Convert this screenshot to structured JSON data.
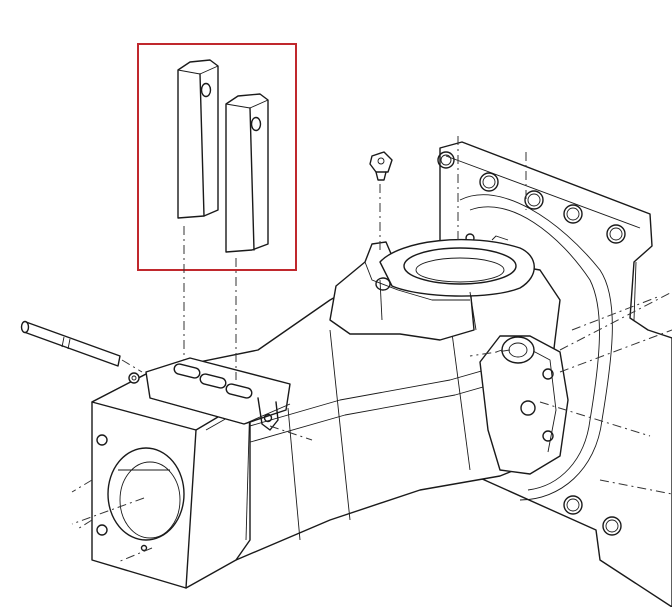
{
  "diagram": {
    "highlight_color": "#c0282d",
    "line_color": "#1a1a1a",
    "background": "#ffffff",
    "parts": [
      "wear-plate",
      "wear-plate",
      "pin",
      "bolt",
      "housing",
      "mounting-flange",
      "swivel-bracket"
    ]
  }
}
